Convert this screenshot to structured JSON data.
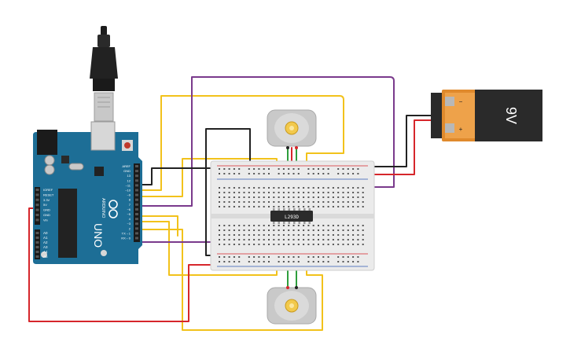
{
  "arduino": {
    "brand": "ARDUINO",
    "model": "UNO",
    "pin_labels_digital": [
      "AREF",
      "GND",
      "13",
      "12",
      "~11",
      "~10",
      "~9",
      "8",
      "7",
      "~6",
      "~5",
      "4",
      "~3",
      "2",
      "TX→1",
      "RX←0"
    ],
    "pin_labels_power": [
      "IOREF",
      "RESET",
      "3.3V",
      "5V",
      "GND",
      "GND",
      "Vin"
    ],
    "pin_labels_analog": [
      "A0",
      "A1",
      "A2",
      "A3",
      "A4",
      "A5"
    ],
    "digital_header_title": "DIGITAL (PWM~)",
    "power_header_title": "POWER",
    "analog_header_title": "ANALOG IN"
  },
  "battery": {
    "label": "9V",
    "minus": "−",
    "plus": "+"
  },
  "driver_ic": {
    "label": "L293D"
  },
  "colors": {
    "yellow_wire": "#f2c21b",
    "purple_wire": "#7a3a8c",
    "red_wire": "#d6262b",
    "black_wire": "#222222",
    "green_wire": "#2e9e3c",
    "board": "#1d6e96",
    "battery_orange": "#e08a2c"
  },
  "icons": [
    "usb-cable-icon",
    "motor-icon",
    "battery-icon",
    "chip-icon",
    "breadboard-icon"
  ]
}
